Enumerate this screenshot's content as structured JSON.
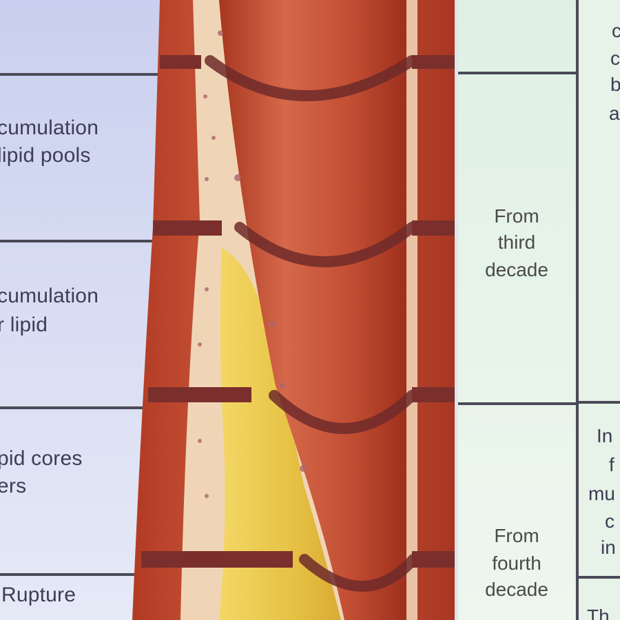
{
  "left_labels": [
    {
      "id": "lipid-pools",
      "lines": [
        "cumulation",
        "lipid pools"
      ]
    },
    {
      "id": "core-of-lipid",
      "lines": [
        "cumulation",
        "r lipid"
      ]
    },
    {
      "id": "lipid-cores-layers",
      "lines": [
        "pid cores",
        "ers"
      ]
    },
    {
      "id": "rupture",
      "lines": [
        "Rupture"
      ]
    }
  ],
  "age_labels": [
    {
      "id": "third-decade",
      "lines": [
        "From",
        "third",
        "decade"
      ]
    },
    {
      "id": "fourth-decade",
      "lines": [
        "From",
        "fourth",
        "decade"
      ]
    }
  ],
  "right_fragments": [
    {
      "id": "frag-1",
      "lines": [
        "c",
        "c",
        "b",
        "a"
      ]
    },
    {
      "id": "frag-2",
      "lines": [
        "In",
        "f",
        "mu",
        "c",
        "in"
      ]
    },
    {
      "id": "frag-3",
      "lines": [
        "Th"
      ]
    }
  ],
  "colors": {
    "artery_wall": "#c0482e",
    "artery_dark": "#7e2a22",
    "lumen": "#c2553a",
    "lipid_core": "#e9c84a",
    "intima": "#f0d6b8",
    "table_line": "#4a4a58",
    "left_panel": "#d0d5ef",
    "age_panel": "#e2f1e5"
  }
}
